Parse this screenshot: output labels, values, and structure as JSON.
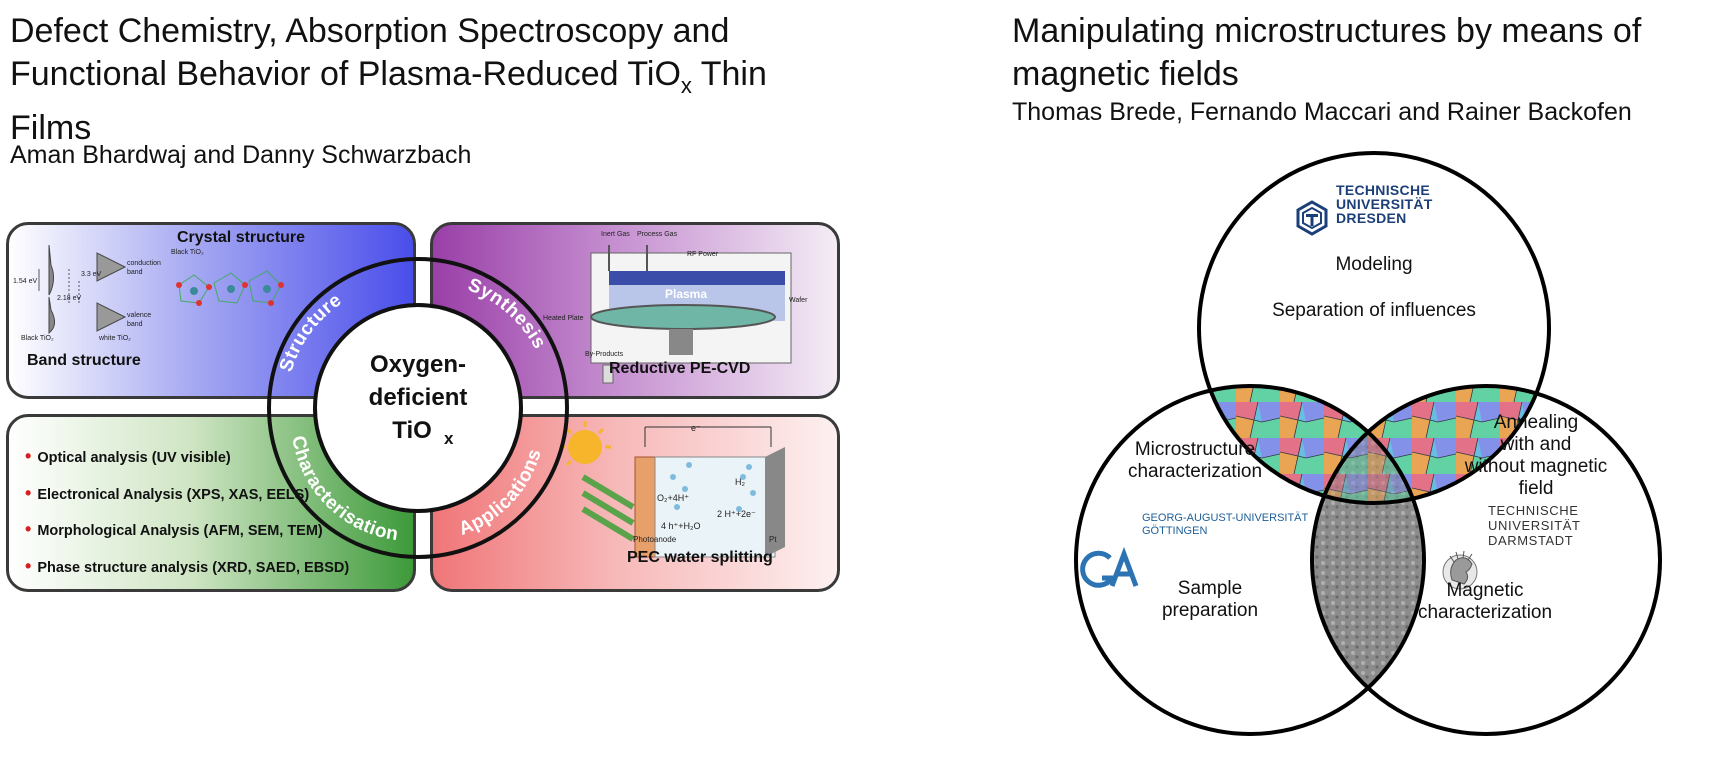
{
  "left": {
    "title_part1": "Defect Chemistry, Absorption Spectroscopy and Functional Behavior of Plasma-Reduced TiO",
    "title_sub": "x",
    "title_part2": " Thin Films",
    "authors": "Aman Bhardwaj and Danny Schwarzbach",
    "figure": {
      "center": {
        "line1": "Oxygen-",
        "line2": "deficient",
        "line3": "TiO",
        "line3_sub": "x"
      },
      "ring_labels": {
        "structure": "Structure",
        "synthesis": "Synthesis",
        "characterisation": "Characterisation",
        "applications": "Applications"
      },
      "structure_panel": {
        "crystal_title": "Crystal structure",
        "band_title": "Band structure",
        "crystal_caption": "Black TiO₂",
        "conduction": "conduction",
        "band": "band",
        "valence": "valence",
        "v1": "1.54 eV",
        "v2": "3.3 eV",
        "v3": "2.18 eV",
        "black": "Black TiO₂",
        "white": "white TiO₂"
      },
      "synthesis_panel": {
        "title": "Reductive PE-CVD",
        "inert_gas": "Inert Gas",
        "process_gas": "Process Gas",
        "rf_power": "RF Power",
        "plasma": "Plasma",
        "wafer": "Wafer",
        "heated_plate": "Heated Plate",
        "by_products": "By-Products"
      },
      "characterisation_panel": {
        "bullets": [
          "Optical analysis (UV visible)",
          "Electronical Analysis (XPS, XAS, EELS)",
          "Morphological Analysis (AFM, SEM, TEM)",
          "Phase structure analysis (XRD, SAED, EBSD)"
        ]
      },
      "applications_panel": {
        "title": "PEC water splitting",
        "electron": "e⁻",
        "o2": "O₂+4H⁺",
        "h_water": "4 h⁺+H₂O",
        "h2": "H₂",
        "h_eq": "2 H⁺+2e⁻",
        "photoanode": "Photoanode",
        "pt": "Pt"
      }
    }
  },
  "right": {
    "title": "Manipulating microstructures by means of magnetic fields",
    "authors": "Thomas Brede, Fernando Maccari and Rainer Backofen",
    "venn": {
      "top_line1": "Modeling",
      "top_line2": "Separation of influences",
      "left_line1": "Microstructure",
      "left_line2": "characterization",
      "left_line3": "Sample",
      "left_line4": "preparation",
      "right_line1": "Annealing",
      "right_line2": "with and",
      "right_line3": "without magnetic",
      "right_line4": "field",
      "right_line5": "Magnetic",
      "right_line6": "characterization",
      "tud": [
        "TECHNISCHE",
        "UNIVERSITÄT",
        "DRESDEN"
      ],
      "ga_line1": "GEORG-AUGUST-UNIVERSITÄT",
      "ga_line2": "GÖTTINGEN",
      "tuda": [
        "TECHNISCHE",
        "UNIVERSITÄT",
        "DARMSTADT"
      ]
    }
  }
}
